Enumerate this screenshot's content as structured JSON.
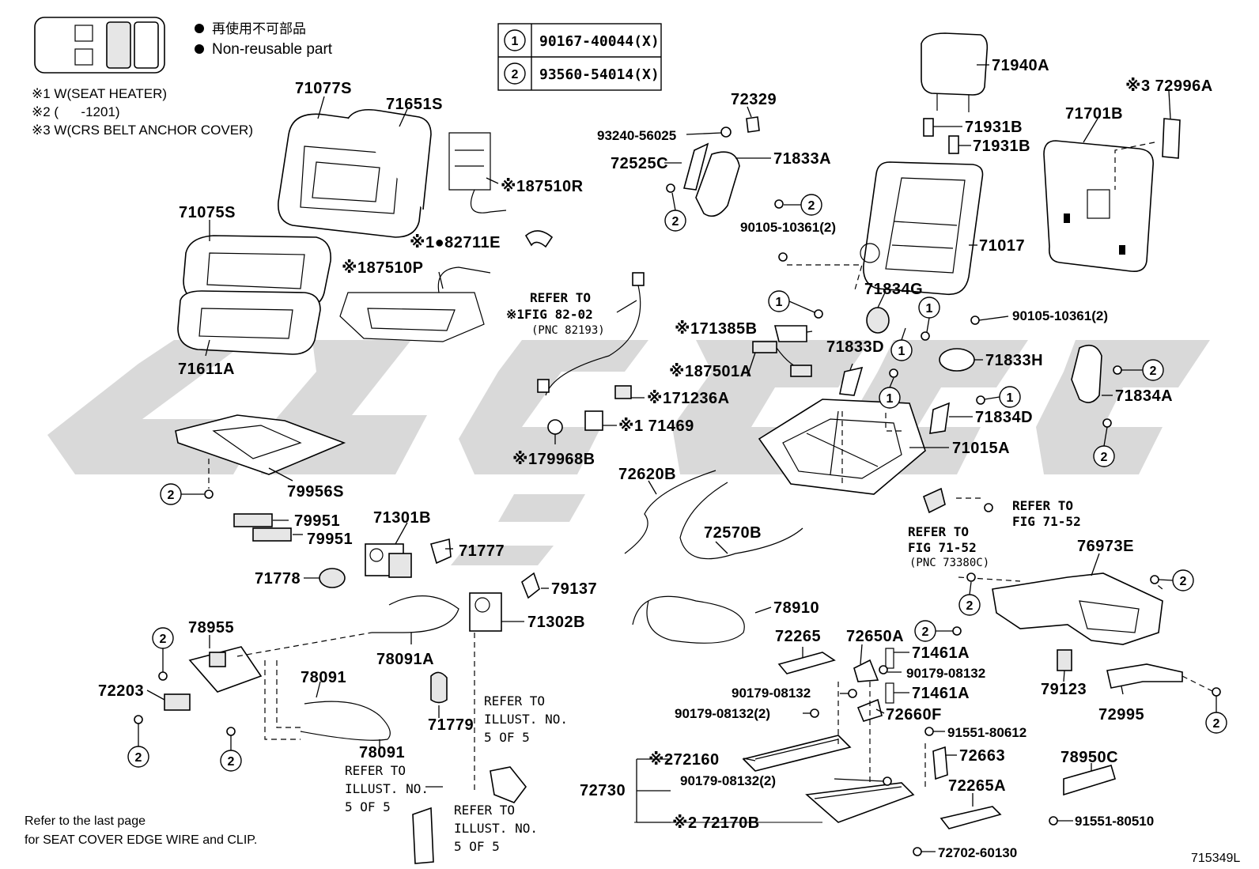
{
  "legend": {
    "symbol": "●",
    "non_reusable_jp": "再使用不可部品",
    "non_reusable_en": "Non-reusable part"
  },
  "notes": [
    "※1 W(SEAT HEATER)",
    "※2 (      -1201)",
    "※3 W(CRS BELT ANCHOR COVER)"
  ],
  "fastener_table": [
    {
      "ref": "1",
      "part": "90167-40044(X)"
    },
    {
      "ref": "2",
      "part": "93560-54014(X)"
    }
  ],
  "parts": {
    "p71077S": "71077S",
    "p71651S": "71651S",
    "p187510R": "※187510R",
    "p82711E": "※1●82711E",
    "p71075S": "71075S",
    "p187510P": "※187510P",
    "p71611A": "71611A",
    "p79956S": "79956S",
    "p79951a": "79951",
    "p79951b": "79951",
    "p71301B": "71301B",
    "p71777": "71777",
    "p71778": "71778",
    "p79137": "79137",
    "p71302B": "71302B",
    "p78955": "78955",
    "p72203": "72203",
    "p78091a": "78091",
    "p78091A": "78091A",
    "p78091b": "78091",
    "p71779": "71779",
    "p72329": "72329",
    "p93240": "93240-56025",
    "p72525C": "72525C",
    "p71833A": "71833A",
    "p90105a": "90105-10361(2)",
    "p71385B": "※171385B",
    "p87501A": "※187501A",
    "p71236A": "※171236A",
    "p71469": "※1 71469",
    "p79968B": "※179968B",
    "p72620B": "72620B",
    "p72570B": "72570B",
    "p78910": "78910",
    "p71940A": "71940A",
    "p71931Ba": "71931B",
    "p71931Bb": "71931B",
    "p71017": "71017",
    "p71834G": "71834G",
    "p71833D": "71833D",
    "p71833H": "71833H",
    "p90105b": "90105-10361(2)",
    "p71834D": "71834D",
    "p71015A": "71015A",
    "p72996A": "※3 72996A",
    "p71701B": "71701B",
    "p71834A": "71834A",
    "p76973E": "76973E",
    "p72265": "72265",
    "p72650A": "72650A",
    "p71461Aa": "71461A",
    "p90179a": "90179-08132",
    "p90179b": "90179-08132",
    "p71461Ab": "71461A",
    "p90179c": "90179-08132(2)",
    "p72660F": "72660F",
    "p91551a": "91551-80612",
    "p72663": "72663",
    "p72160": "※272160",
    "p90179d": "90179-08132(2)",
    "p72730": "72730",
    "p72170B": "※2 72170B",
    "p72265A": "72265A",
    "p72702": "72702-60130",
    "p79123": "79123",
    "p72995": "72995",
    "p78950C": "78950C",
    "p91551b": "91551-80510"
  },
  "refs": {
    "fig8202": [
      "REFER TO",
      "※1FIG 82-02",
      "(PNC 82193)"
    ],
    "fig7152a": [
      "REFER TO",
      "FIG 71-52"
    ],
    "fig7152b": [
      "REFER TO",
      "FIG 71-52",
      "(PNC 73380C)"
    ],
    "illust_a": [
      "REFER TO",
      "ILLUST. NO.",
      "5 OF 5"
    ],
    "illust_b": [
      "REFER TO",
      "ILLUST. NO.",
      "5 OF 5"
    ],
    "illust_c": [
      "REFER TO",
      "ILLUST. NO.",
      "5 OF 5"
    ]
  },
  "callouts": {
    "one": "1",
    "two": "2"
  },
  "footer": {
    "line1": "Refer to the last page",
    "line2": "for SEAT COVER EDGE WIRE and CLIP.",
    "code": "715349L"
  }
}
